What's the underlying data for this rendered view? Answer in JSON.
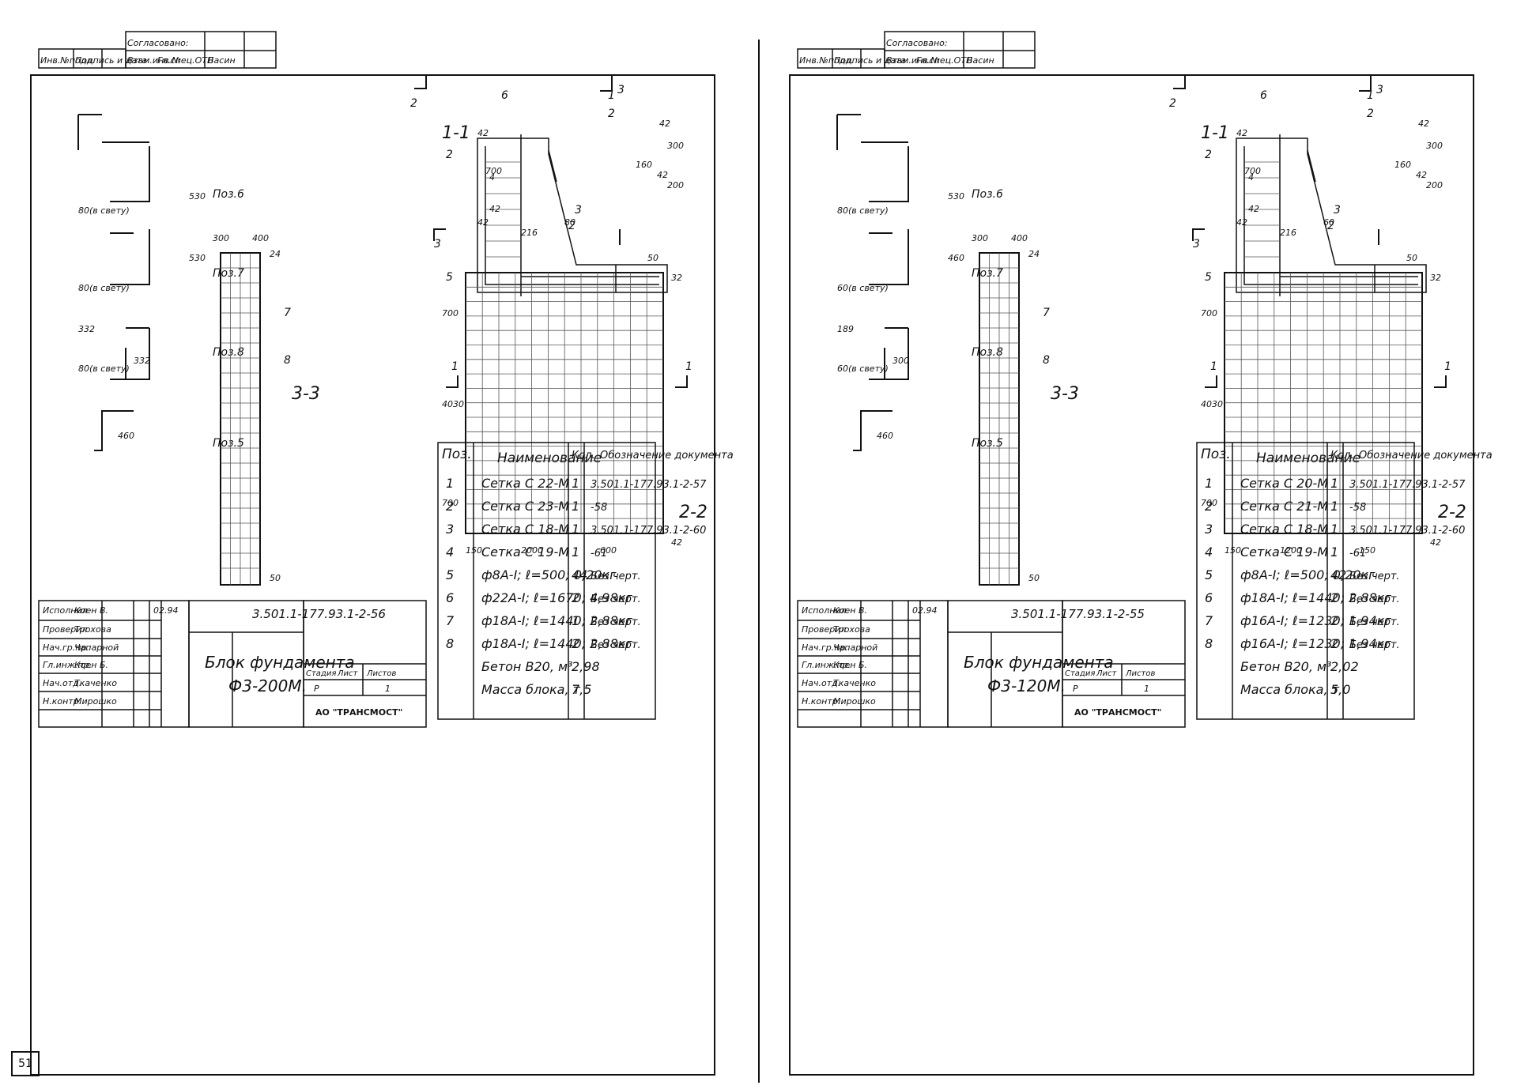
{
  "sheets": [
    {
      "header": {
        "inv_podl": "Инв.№подл.",
        "podpis": "Подпись и дата",
        "vzam": "Взам.инв.№",
        "soglas": "Согласовано:",
        "gl_spec": "Гл.спец.ОТП",
        "vasin": "Васин"
      },
      "section_11": "1-1",
      "section_22": "2-2",
      "section_33": "3-3",
      "cut_1": "1",
      "cut_2": "2",
      "cut_3": "3",
      "pos_labels": [
        "Поз.6",
        "Поз.7",
        "Поз.8",
        "Поз.5"
      ],
      "bend_dims": {
        "p6_len": "530",
        "p6_h": "80(в свету)",
        "p7_len": "530",
        "p7_h": "80(в свету)",
        "p8_len": "332",
        "p8_h": "80(в свету)",
        "p8_top": "332",
        "p5_len": "460"
      },
      "sec11_dims": {
        "d42a": "42",
        "d700": "700",
        "d4": "4",
        "d42b": "42",
        "d42c": "42",
        "d216": "216",
        "d80": "80",
        "d42d": "42",
        "d300": "300",
        "d200": "200",
        "d42e": "42",
        "d160": "160"
      },
      "sec11_marks": {
        "m1": "1",
        "m6": "6",
        "m3": "3",
        "m2": "2",
        "m5": "5"
      },
      "plan_dims": {
        "total": "4030",
        "top": "700",
        "bot": "700",
        "w": "2000",
        "right": "600",
        "left": "150",
        "c50": "50",
        "c32": "32",
        "c42": "42"
      },
      "sec33_dims": {
        "a": "300",
        "b": "400",
        "c24": "24",
        "c50": "50"
      },
      "sec33_marks": {
        "m7": "7",
        "m8": "8"
      },
      "stamp": {
        "roles": [
          "Исполнил",
          "Проверил",
          "Нач.гр.пр.",
          "Гл.инж.пр.",
          "Нач.отд.",
          "Н.контр."
        ],
        "names": [
          "Коен В.",
          "Трохова",
          "Чапарной",
          "Коен Б.",
          "Ткаченко",
          "Мирошко"
        ],
        "date": "02.94"
      },
      "code": "3.501.1-177.93.1-2-56",
      "title_1": "Блок фундамента",
      "title_2": "Ф3-200М.",
      "stadia": "Стадия",
      "list": "Лист",
      "listov": "Листов",
      "stadia_val": "Р",
      "listov_val": "1",
      "org": "АО \"ТРАНСМОСТ\"",
      "spec_head": {
        "poz": "Поз.",
        "name": "Наименование",
        "qty": "Кол.",
        "doc": "Обозначение документа"
      },
      "spec_rows": [
        {
          "poz": "1",
          "name": "Сетка С 22-М",
          "qty": "1",
          "doc": "3.501.1-177.93.1-2-57"
        },
        {
          "poz": "2",
          "name": "Сетка С 23-М",
          "qty": "1",
          "doc": "-58"
        },
        {
          "poz": "3",
          "name": "Сетка С 18-М",
          "qty": "1",
          "doc": "3.501.1-177.93.1-2-60"
        },
        {
          "poz": "4",
          "name": "Сетка С 19-М",
          "qty": "1",
          "doc": "-61"
        },
        {
          "poz": "5",
          "name": "ф8А-I; ℓ=500; 0,20кг",
          "qty": "44",
          "doc": "Без черт."
        },
        {
          "poz": "6",
          "name": "ф22А-I; ℓ=1670; 4,98кг",
          "qty": "2",
          "doc": "Без черт."
        },
        {
          "poz": "7",
          "name": "ф18А-I; ℓ=1440; 2,88кг",
          "qty": "1",
          "doc": "Без черт."
        },
        {
          "poz": "8",
          "name": "ф18А-I; ℓ=1440; 2,88кг",
          "qty": "2",
          "doc": "Без черт."
        },
        {
          "poz": "",
          "name": "Бетон В20, м³",
          "qty": "2,98",
          "doc": ""
        },
        {
          "poz": "",
          "name": "Масса блока, т",
          "qty": "7,5",
          "doc": ""
        }
      ]
    },
    {
      "header": {
        "inv_podl": "Инв.№подл.",
        "podpis": "Подпись и дата",
        "vzam": "Взам.инв.№",
        "soglas": "Согласовано:",
        "gl_spec": "Гл.спец.ОТП",
        "vasin": "Васин"
      },
      "section_11": "1-1",
      "section_22": "2-2",
      "section_33": "3-3",
      "cut_1": "1",
      "cut_2": "2",
      "cut_3": "3",
      "pos_labels": [
        "Поз.6",
        "Поз.7",
        "Поз.8",
        "Поз.5"
      ],
      "bend_dims": {
        "p6_len": "530",
        "p6_h": "80(в свету)",
        "p7_len": "460",
        "p7_h": "60(в свету)",
        "p8_len": "300",
        "p8_h": "60(в свету)",
        "p8_top": "189",
        "p5_len": "460"
      },
      "sec11_dims": {
        "d42a": "42",
        "d700": "700",
        "d4": "4",
        "d42b": "42",
        "d42c": "42",
        "d216": "216",
        "d80": "60",
        "d42d": "42",
        "d300": "300",
        "d200": "200",
        "d42e": "42",
        "d160": "160"
      },
      "sec11_marks": {
        "m1": "1",
        "m6": "6",
        "m3": "3",
        "m2": "2",
        "m5": "5"
      },
      "plan_dims": {
        "total": "4030",
        "top": "700",
        "bot": "700",
        "w": "1200",
        "right": "150",
        "left": "150",
        "c50": "50",
        "c32": "32",
        "c42": "42"
      },
      "sec33_dims": {
        "a": "300",
        "b": "400",
        "c24": "24",
        "c50": "50"
      },
      "sec33_marks": {
        "m7": "7",
        "m8": "8"
      },
      "stamp": {
        "roles": [
          "Исполнил",
          "Проверил",
          "Нач.гр.пр.",
          "Гл.инж.пр.",
          "Нач.отд.",
          "Н.контр."
        ],
        "names": [
          "Коен В.",
          "Трохова",
          "Чапарной",
          "Коен Б.",
          "Ткаченко",
          "Мирошко"
        ],
        "date": "02.94"
      },
      "code": "3.501.1-177.93.1-2-55",
      "title_1": "Блок фундамента",
      "title_2": "Ф3-120М.",
      "stadia": "Стадия",
      "list": "Лист",
      "listov": "Листов",
      "stadia_val": "Р",
      "listov_val": "1",
      "org": "АО \"ТРАНСМОСТ\"",
      "spec_head": {
        "poz": "Поз.",
        "name": "Наименование",
        "qty": "Кол.",
        "doc": "Обозначение документа"
      },
      "spec_rows": [
        {
          "poz": "1",
          "name": "Сетка С 20-М",
          "qty": "1",
          "doc": "3.501.1-177.93.1-2-57"
        },
        {
          "poz": "2",
          "name": "Сетка С 21-М",
          "qty": "1",
          "doc": "-58"
        },
        {
          "poz": "3",
          "name": "Сетка С 18-М",
          "qty": "1",
          "doc": "3.501.1-177.93.1-2-60"
        },
        {
          "poz": "4",
          "name": "Сетка С 19-М",
          "qty": "1",
          "doc": "-61"
        },
        {
          "poz": "5",
          "name": "ф8А-I; ℓ=500; 0,20кг",
          "qty": "42",
          "doc": "Без черт."
        },
        {
          "poz": "6",
          "name": "ф18А-I; ℓ=1440; 2,88кг",
          "qty": "2",
          "doc": "Без черт."
        },
        {
          "poz": "7",
          "name": "ф16А-I; ℓ=1230; 1,94кг",
          "qty": "2",
          "doc": "Без черт."
        },
        {
          "poz": "8",
          "name": "ф16А-I; ℓ=1230; 1,94кг",
          "qty": "2",
          "doc": "Без черт."
        },
        {
          "poz": "",
          "name": "Бетон В20, м³",
          "qty": "2,02",
          "doc": ""
        },
        {
          "poz": "",
          "name": "Масса блока, т",
          "qty": "5,0",
          "doc": ""
        }
      ]
    }
  ],
  "sheet_number": "51"
}
